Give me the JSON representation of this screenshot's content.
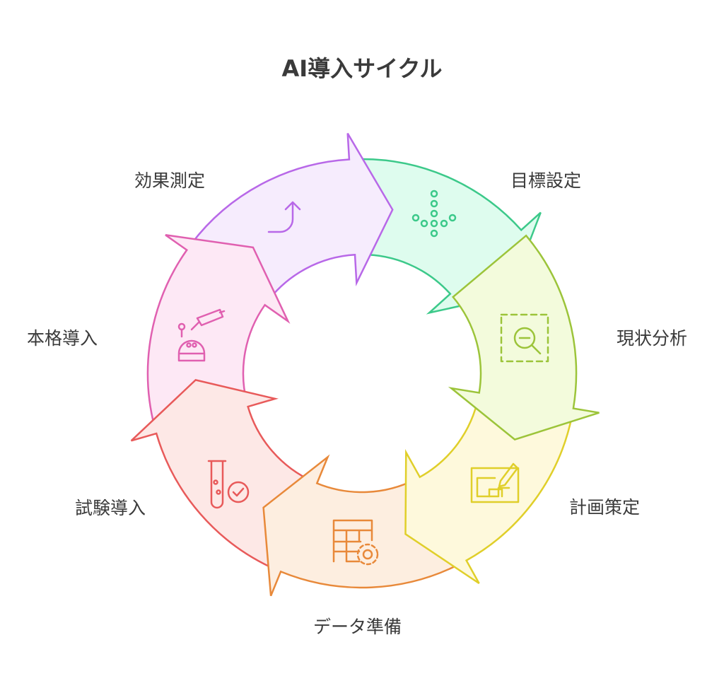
{
  "title": "AI導入サイクル",
  "steps": [
    {
      "label": "目標設定",
      "icon": "dotted-arrow-down-icon",
      "stroke": "#3cc98a",
      "fill": "#defcee"
    },
    {
      "label": "現状分析",
      "icon": "magnify-minus-icon",
      "stroke": "#9cc43a",
      "fill": "#f3fbdc"
    },
    {
      "label": "計画策定",
      "icon": "blueprint-pencil-icon",
      "stroke": "#e0cf2a",
      "fill": "#fef9dc"
    },
    {
      "label": "データ準備",
      "icon": "table-gear-icon",
      "stroke": "#e8893a",
      "fill": "#fdeee0"
    },
    {
      "label": "試験導入",
      "icon": "test-tube-check-icon",
      "stroke": "#e85a5a",
      "fill": "#fde8e6"
    },
    {
      "label": "本格導入",
      "icon": "robot-camera-icon",
      "stroke": "#e060b0",
      "fill": "#fde8f5"
    },
    {
      "label": "効果測定",
      "icon": "trend-up-arrow-icon",
      "stroke": "#b868e8",
      "fill": "#f6ecfd"
    }
  ]
}
